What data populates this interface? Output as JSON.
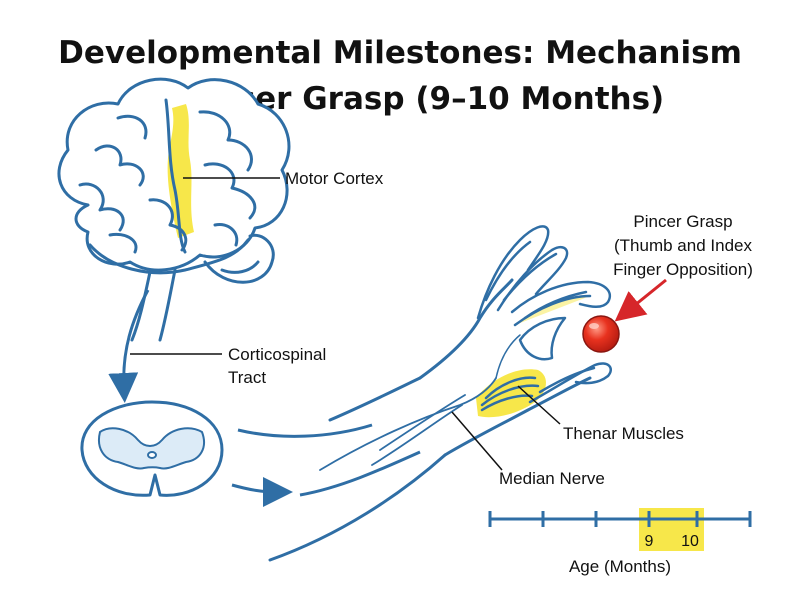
{
  "title": {
    "line1": "Developmental Milestones: Mechanism",
    "line2": "of Pincer Grasp (9–10 Months)"
  },
  "labels": {
    "motor_cortex": "Motor Cortex",
    "corticospinal_line1": "Corticospinal",
    "corticospinal_line2": "Tract",
    "pincer_line1": "Pincer Grasp",
    "pincer_line2": "(Thumb and Index",
    "pincer_line3": "Finger Opposition)",
    "thenar": "Thenar Muscles",
    "median": "Median Nerve"
  },
  "timeline": {
    "axis_label": "Age (Months)",
    "highlight_start_label": "9",
    "highlight_end_label": "10"
  },
  "colors": {
    "outline": "#2f6ea5",
    "highlight": "#f7e74a",
    "ball": "#e0281e",
    "arrow": "#d6262a",
    "cord_fill": "#dcebf7"
  }
}
